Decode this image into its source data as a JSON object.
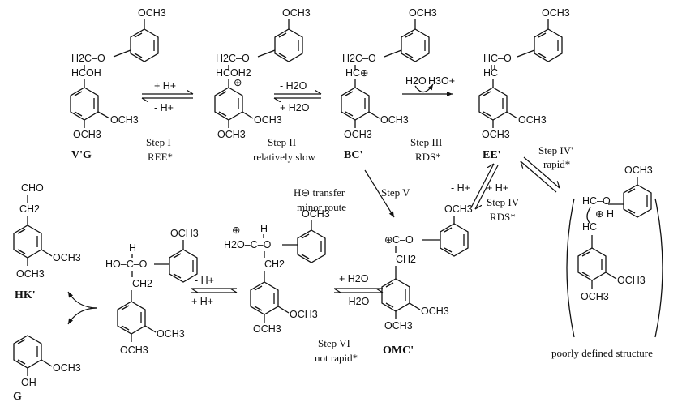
{
  "compounds": {
    "vg": "V'G",
    "bc": "BC'",
    "ee": "EE'",
    "omc": "OMC'",
    "hk": "HK'",
    "g": "G"
  },
  "fragments": {
    "och3": "OCH3",
    "cho": "CHO",
    "ch2": "CH2",
    "h2c_o": "H2C–O",
    "hc_o": "HC–O",
    "choh": "HCOH",
    "choh2": "HCOH2",
    "hc_plus": "HC⊕",
    "hc": "HC",
    "ho_c_o": "HO–C–O",
    "h2o_c_o": "H2O–C–O",
    "c_o": "C–O",
    "h": "H",
    "oh": "OH"
  },
  "steps": {
    "s1_fwd": "+ H+",
    "s1_rev": "- H+",
    "s1_label": "Step I",
    "s1_note": "REE*",
    "s2_fwd": "- H2O",
    "s2_rev": "+ H2O",
    "s2_label": "Step II",
    "s2_note": "relatively slow",
    "s3_h2o": "H2O",
    "s3_h3o": "H3O+",
    "s3_label": "Step III",
    "s3_note": "RDS*",
    "s4p_label": "Step IV'",
    "s4p_note": "rapid*",
    "s4_rev": "- H+",
    "s4_fwd": "+ H+",
    "s4_label": "Step IV",
    "s4_note": "RDS*",
    "s5_hyd": "H⊖ transfer",
    "s5_route": "minor route",
    "s5_label": "Step V",
    "s6_fwd": "+ H2O",
    "s6_rev": "- H2O",
    "s6_label": "Step VI",
    "s6_note": "not rapid*",
    "s7_fwd": "- H+",
    "s7_rev": "+ H+"
  },
  "bracket_caption": "poorly defined structure"
}
